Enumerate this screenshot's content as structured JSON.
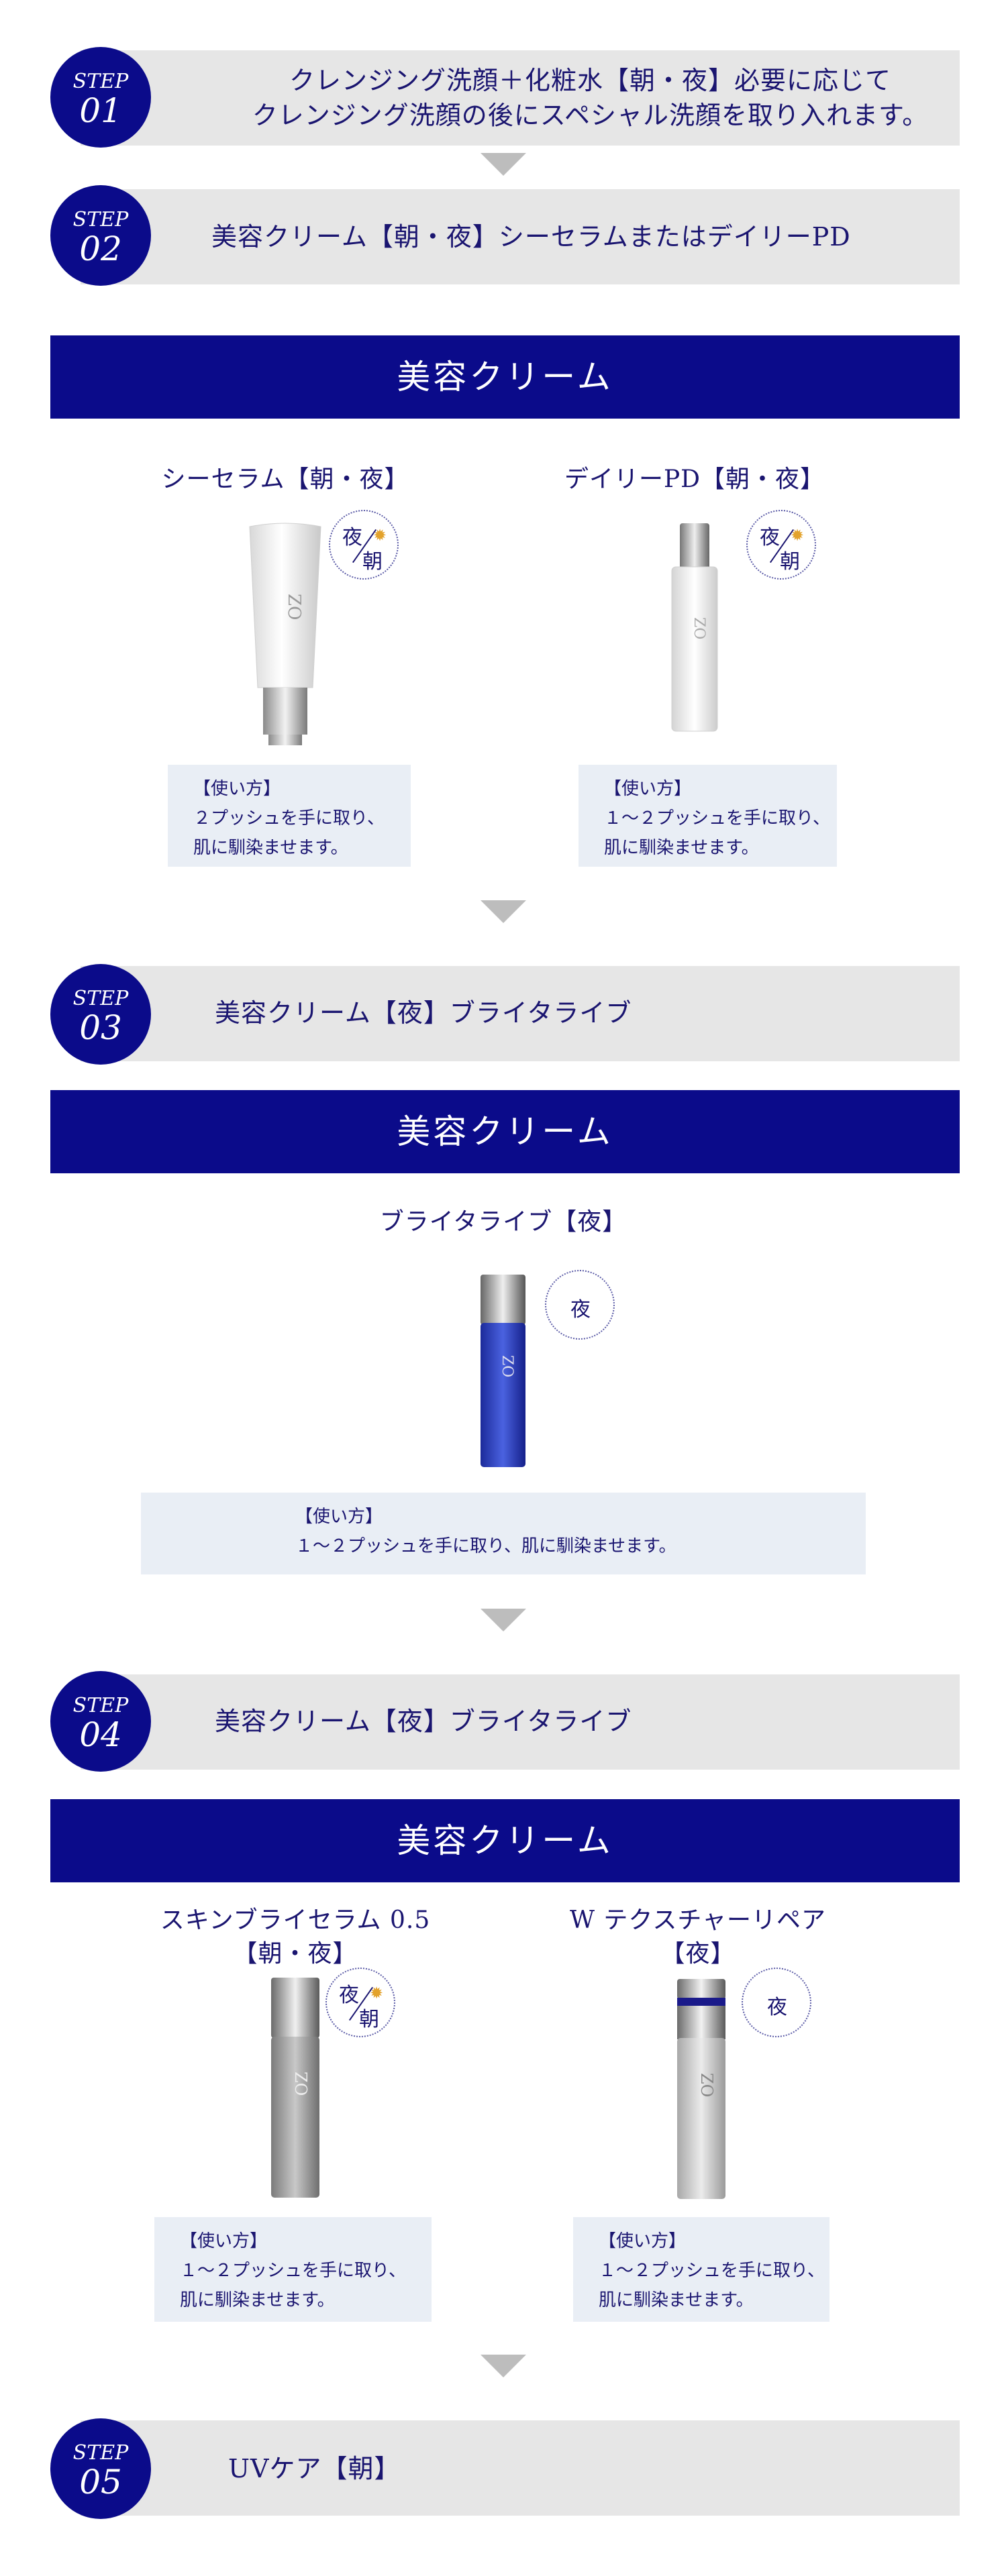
{
  "steps": [
    {
      "label": "STEP",
      "num": "01",
      "lines": [
        "クレンジング洗顔＋化粧水【朝・夜】必要に応じて",
        "クレンジング洗顔の後にスペシャル洗顔を取り入れます。"
      ]
    },
    {
      "label": "STEP",
      "num": "02",
      "lines": [
        "美容クリーム【朝・夜】シーセラムまたはデイリーPD"
      ]
    },
    {
      "label": "STEP",
      "num": "03",
      "lines": [
        "美容クリーム【夜】ブライタライブ"
      ]
    },
    {
      "label": "STEP",
      "num": "04",
      "lines": [
        "美容クリーム【夜】ブライタライブ"
      ]
    },
    {
      "label": "STEP",
      "num": "05",
      "lines": [
        "UVケア【朝】"
      ]
    }
  ],
  "bands": [
    "美容クリーム",
    "美容クリーム",
    "美容クリーム"
  ],
  "badge": {
    "night": "夜",
    "morning": "朝"
  },
  "products": [
    {
      "name_lines": [
        "シーセラム【朝・夜】"
      ],
      "badge": "both",
      "howto_title": "【使い方】",
      "howto_lines": [
        "２プッシュを手に取り、",
        "肌に馴染ませます。"
      ]
    },
    {
      "name_lines": [
        "デイリーPD【朝・夜】"
      ],
      "badge": "both",
      "howto_title": "【使い方】",
      "howto_lines": [
        "１～２プッシュを手に取り、",
        "肌に馴染ませます。"
      ]
    },
    {
      "name_lines": [
        "ブライタライブ【夜】"
      ],
      "badge": "night",
      "howto_title": "【使い方】",
      "howto_lines": [
        "１～２プッシュを手に取り、肌に馴染ませます。"
      ]
    },
    {
      "name_lines": [
        "スキンブライセラム 0.5",
        "【朝・夜】"
      ],
      "badge": "both",
      "howto_title": "【使い方】",
      "howto_lines": [
        "１～２プッシュを手に取り、",
        "肌に馴染ませます。"
      ]
    },
    {
      "name_lines": [
        "W テクスチャーリペア",
        "【夜】"
      ],
      "badge": "night",
      "howto_title": "【使い方】",
      "howto_lines": [
        "１～２プッシュを手に取り、",
        "肌に馴染ませます。"
      ]
    }
  ],
  "colors": {
    "navy": "#0b0b8a",
    "step_bar": "#e6e6e6",
    "howto_bg": "#e9eef5",
    "chevron": "#bdbdbd"
  }
}
